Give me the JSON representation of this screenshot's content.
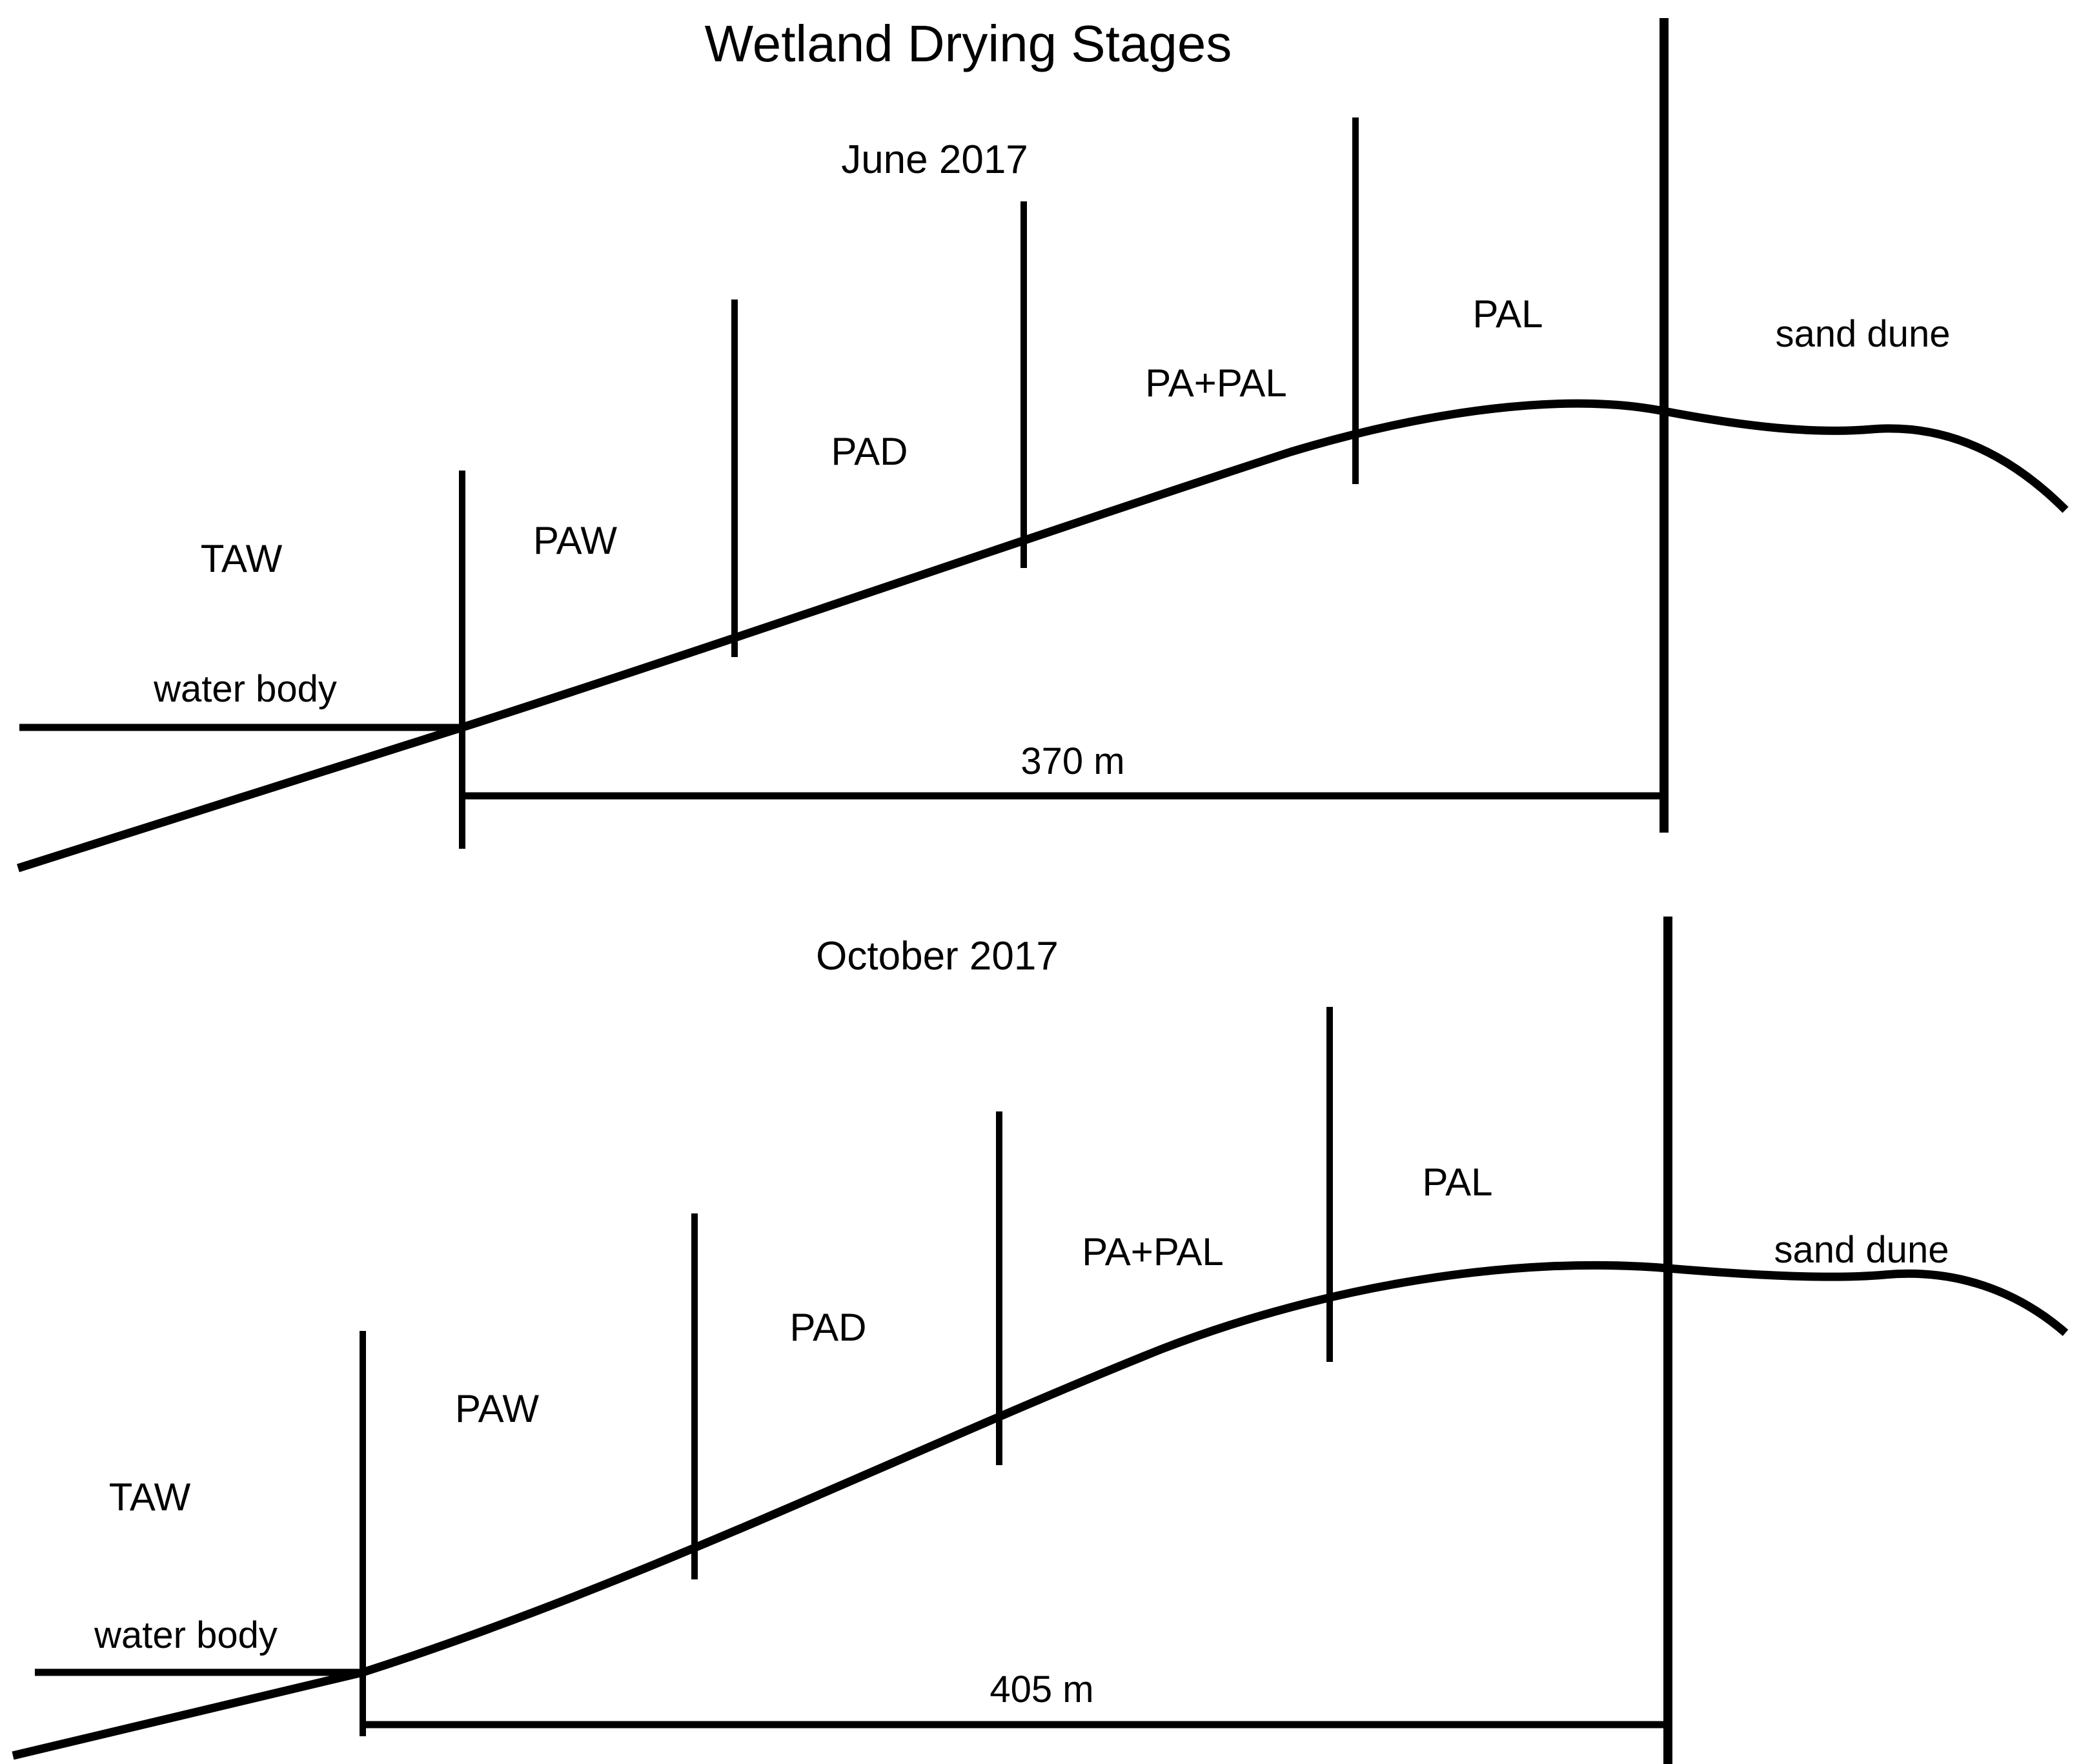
{
  "figure": {
    "title": "Wetland Drying Stages",
    "background": "#ffffff",
    "stroke": "#000000"
  },
  "panels": [
    {
      "id": "june-panel",
      "period_label": "June 2017",
      "dimension_label": "370 m",
      "water_body_label": "water body",
      "sand_dune_label": "sand dune",
      "zones": [
        {
          "key": "taw",
          "label": "TAW"
        },
        {
          "key": "paw",
          "label": "PAW"
        },
        {
          "key": "pad",
          "label": "PAD"
        },
        {
          "key": "pa_pal",
          "label": "PA+PAL"
        },
        {
          "key": "pal",
          "label": "PAL"
        }
      ]
    },
    {
      "id": "october-panel",
      "period_label": "October 2017",
      "dimension_label": "405 m",
      "water_body_label": "water body",
      "sand_dune_label": "sand dune",
      "zones": [
        {
          "key": "taw",
          "label": "TAW"
        },
        {
          "key": "paw",
          "label": "PAW"
        },
        {
          "key": "pad",
          "label": "PAD"
        },
        {
          "key": "pa_pal",
          "label": "PA+PAL"
        },
        {
          "key": "pal",
          "label": "PAL"
        }
      ]
    }
  ],
  "chart_data": {
    "type": "diagram",
    "title": "Wetland Drying Stages",
    "description": "Two cross-section profiles of a wetland margin showing drying-stage zonation from open water up a sloping shore to a sand dune.",
    "series": [
      {
        "name": "June 2017",
        "transect_length_m": 370,
        "zones": [
          "TAW",
          "PAW",
          "PAD",
          "PA+PAL",
          "PAL"
        ],
        "features": [
          "water body",
          "sand dune"
        ]
      },
      {
        "name": "October 2017",
        "transect_length_m": 405,
        "zones": [
          "TAW",
          "PAW",
          "PAD",
          "PA+PAL",
          "PAL"
        ],
        "features": [
          "water body",
          "sand dune"
        ]
      }
    ]
  }
}
